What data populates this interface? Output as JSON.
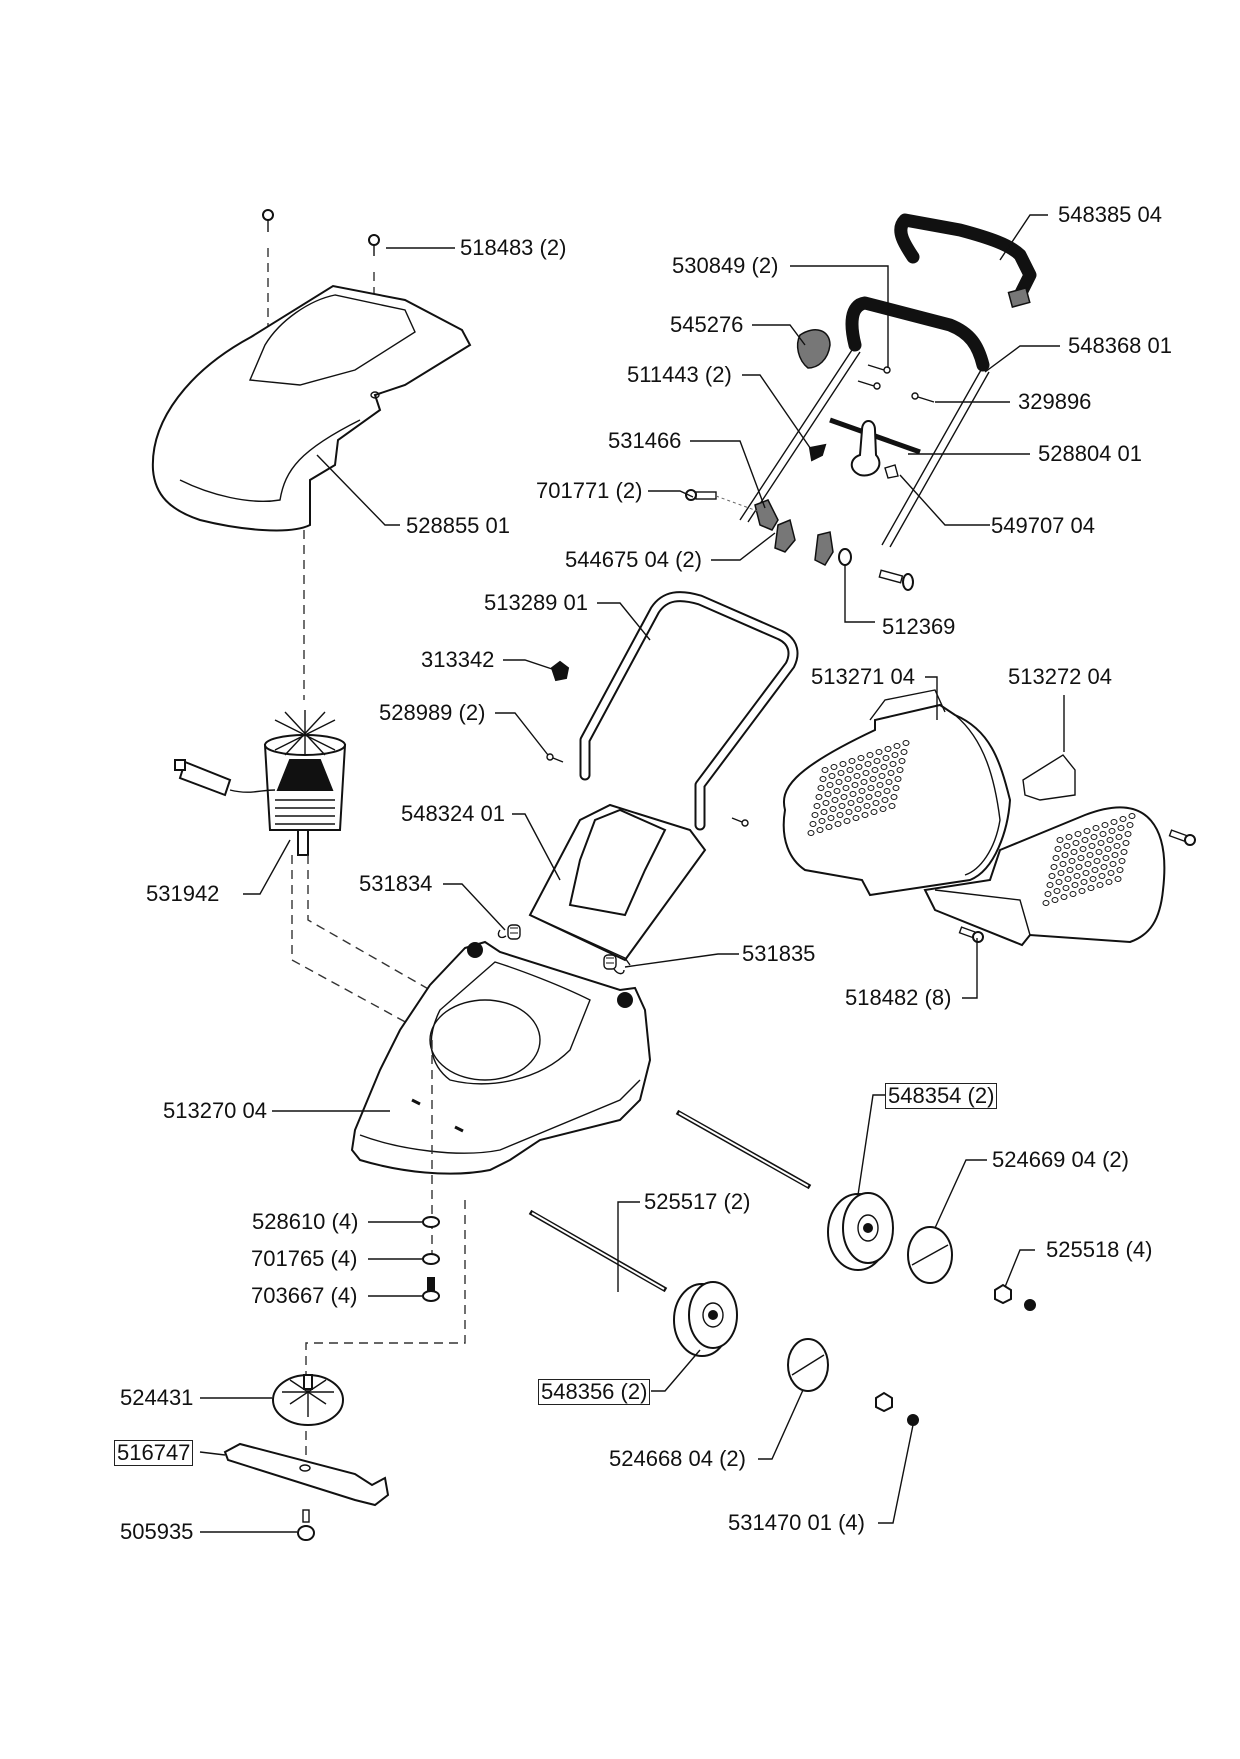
{
  "document": {
    "type": "exploded parts diagram",
    "subject": "electric hover/rotary lawn mower",
    "parts": [
      {
        "id": "p01",
        "label": "548385 04",
        "boxed": false
      },
      {
        "id": "p02",
        "label": "518483 (2)",
        "boxed": false
      },
      {
        "id": "p03",
        "label": "530849 (2)",
        "boxed": false
      },
      {
        "id": "p04",
        "label": "545276",
        "boxed": false
      },
      {
        "id": "p05",
        "label": "548368 01",
        "boxed": false
      },
      {
        "id": "p06",
        "label": "511443 (2)",
        "boxed": false
      },
      {
        "id": "p07",
        "label": "329896",
        "boxed": false
      },
      {
        "id": "p08",
        "label": "531466",
        "boxed": false
      },
      {
        "id": "p09",
        "label": "528804 01",
        "boxed": false
      },
      {
        "id": "p10",
        "label": "701771 (2)",
        "boxed": false
      },
      {
        "id": "p11",
        "label": "528855 01",
        "boxed": false
      },
      {
        "id": "p12",
        "label": "549707 04",
        "boxed": false
      },
      {
        "id": "p13",
        "label": "544675 04 (2)",
        "boxed": false
      },
      {
        "id": "p14",
        "label": "512369",
        "boxed": false
      },
      {
        "id": "p15",
        "label": "513289 01",
        "boxed": false
      },
      {
        "id": "p16",
        "label": "313342",
        "boxed": false
      },
      {
        "id": "p17",
        "label": "513271 04",
        "boxed": false
      },
      {
        "id": "p18",
        "label": "513272 04",
        "boxed": false
      },
      {
        "id": "p19",
        "label": "528989 (2)",
        "boxed": false
      },
      {
        "id": "p20",
        "label": "548324 01",
        "boxed": false
      },
      {
        "id": "p21",
        "label": "531942",
        "boxed": false
      },
      {
        "id": "p22",
        "label": "531834",
        "boxed": false
      },
      {
        "id": "p23",
        "label": "531835",
        "boxed": false
      },
      {
        "id": "p24",
        "label": "518482 (8)",
        "boxed": false
      },
      {
        "id": "p25",
        "label": "513270 04",
        "boxed": false
      },
      {
        "id": "p26",
        "label": "548354 (2)",
        "boxed": true
      },
      {
        "id": "p27",
        "label": "524669 04 (2)",
        "boxed": false
      },
      {
        "id": "p28",
        "label": "525517 (2)",
        "boxed": false
      },
      {
        "id": "p29",
        "label": "528610 (4)",
        "boxed": false
      },
      {
        "id": "p30",
        "label": "525518 (4)",
        "boxed": false
      },
      {
        "id": "p31",
        "label": "701765 (4)",
        "boxed": false
      },
      {
        "id": "p32",
        "label": "703667 (4)",
        "boxed": false
      },
      {
        "id": "p33",
        "label": "524431",
        "boxed": false
      },
      {
        "id": "p34",
        "label": "548356 (2)",
        "boxed": true
      },
      {
        "id": "p35",
        "label": "516747",
        "boxed": true
      },
      {
        "id": "p36",
        "label": "524668 04 (2)",
        "boxed": false
      },
      {
        "id": "p37",
        "label": "505935",
        "boxed": false
      },
      {
        "id": "p38",
        "label": "531470 01 (4)",
        "boxed": false
      }
    ]
  }
}
